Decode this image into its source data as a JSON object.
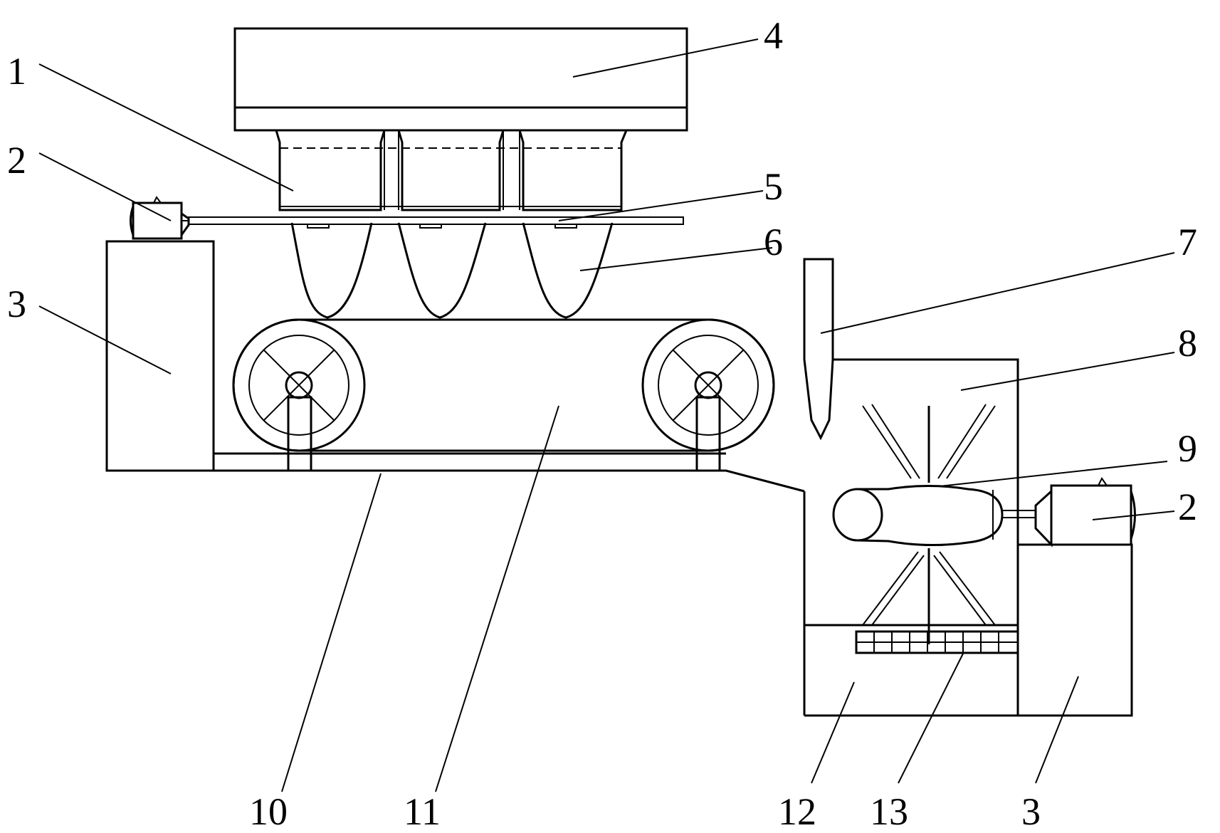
{
  "labels": {
    "l1": "1",
    "l2_left": "2",
    "l3_left": "3",
    "l4": "4",
    "l5": "5",
    "l6": "6",
    "l7": "7",
    "l8": "8",
    "l9": "9",
    "l2_right": "2",
    "l10": "10",
    "l11": "11",
    "l12": "12",
    "l13": "13",
    "l3_right": "3"
  }
}
